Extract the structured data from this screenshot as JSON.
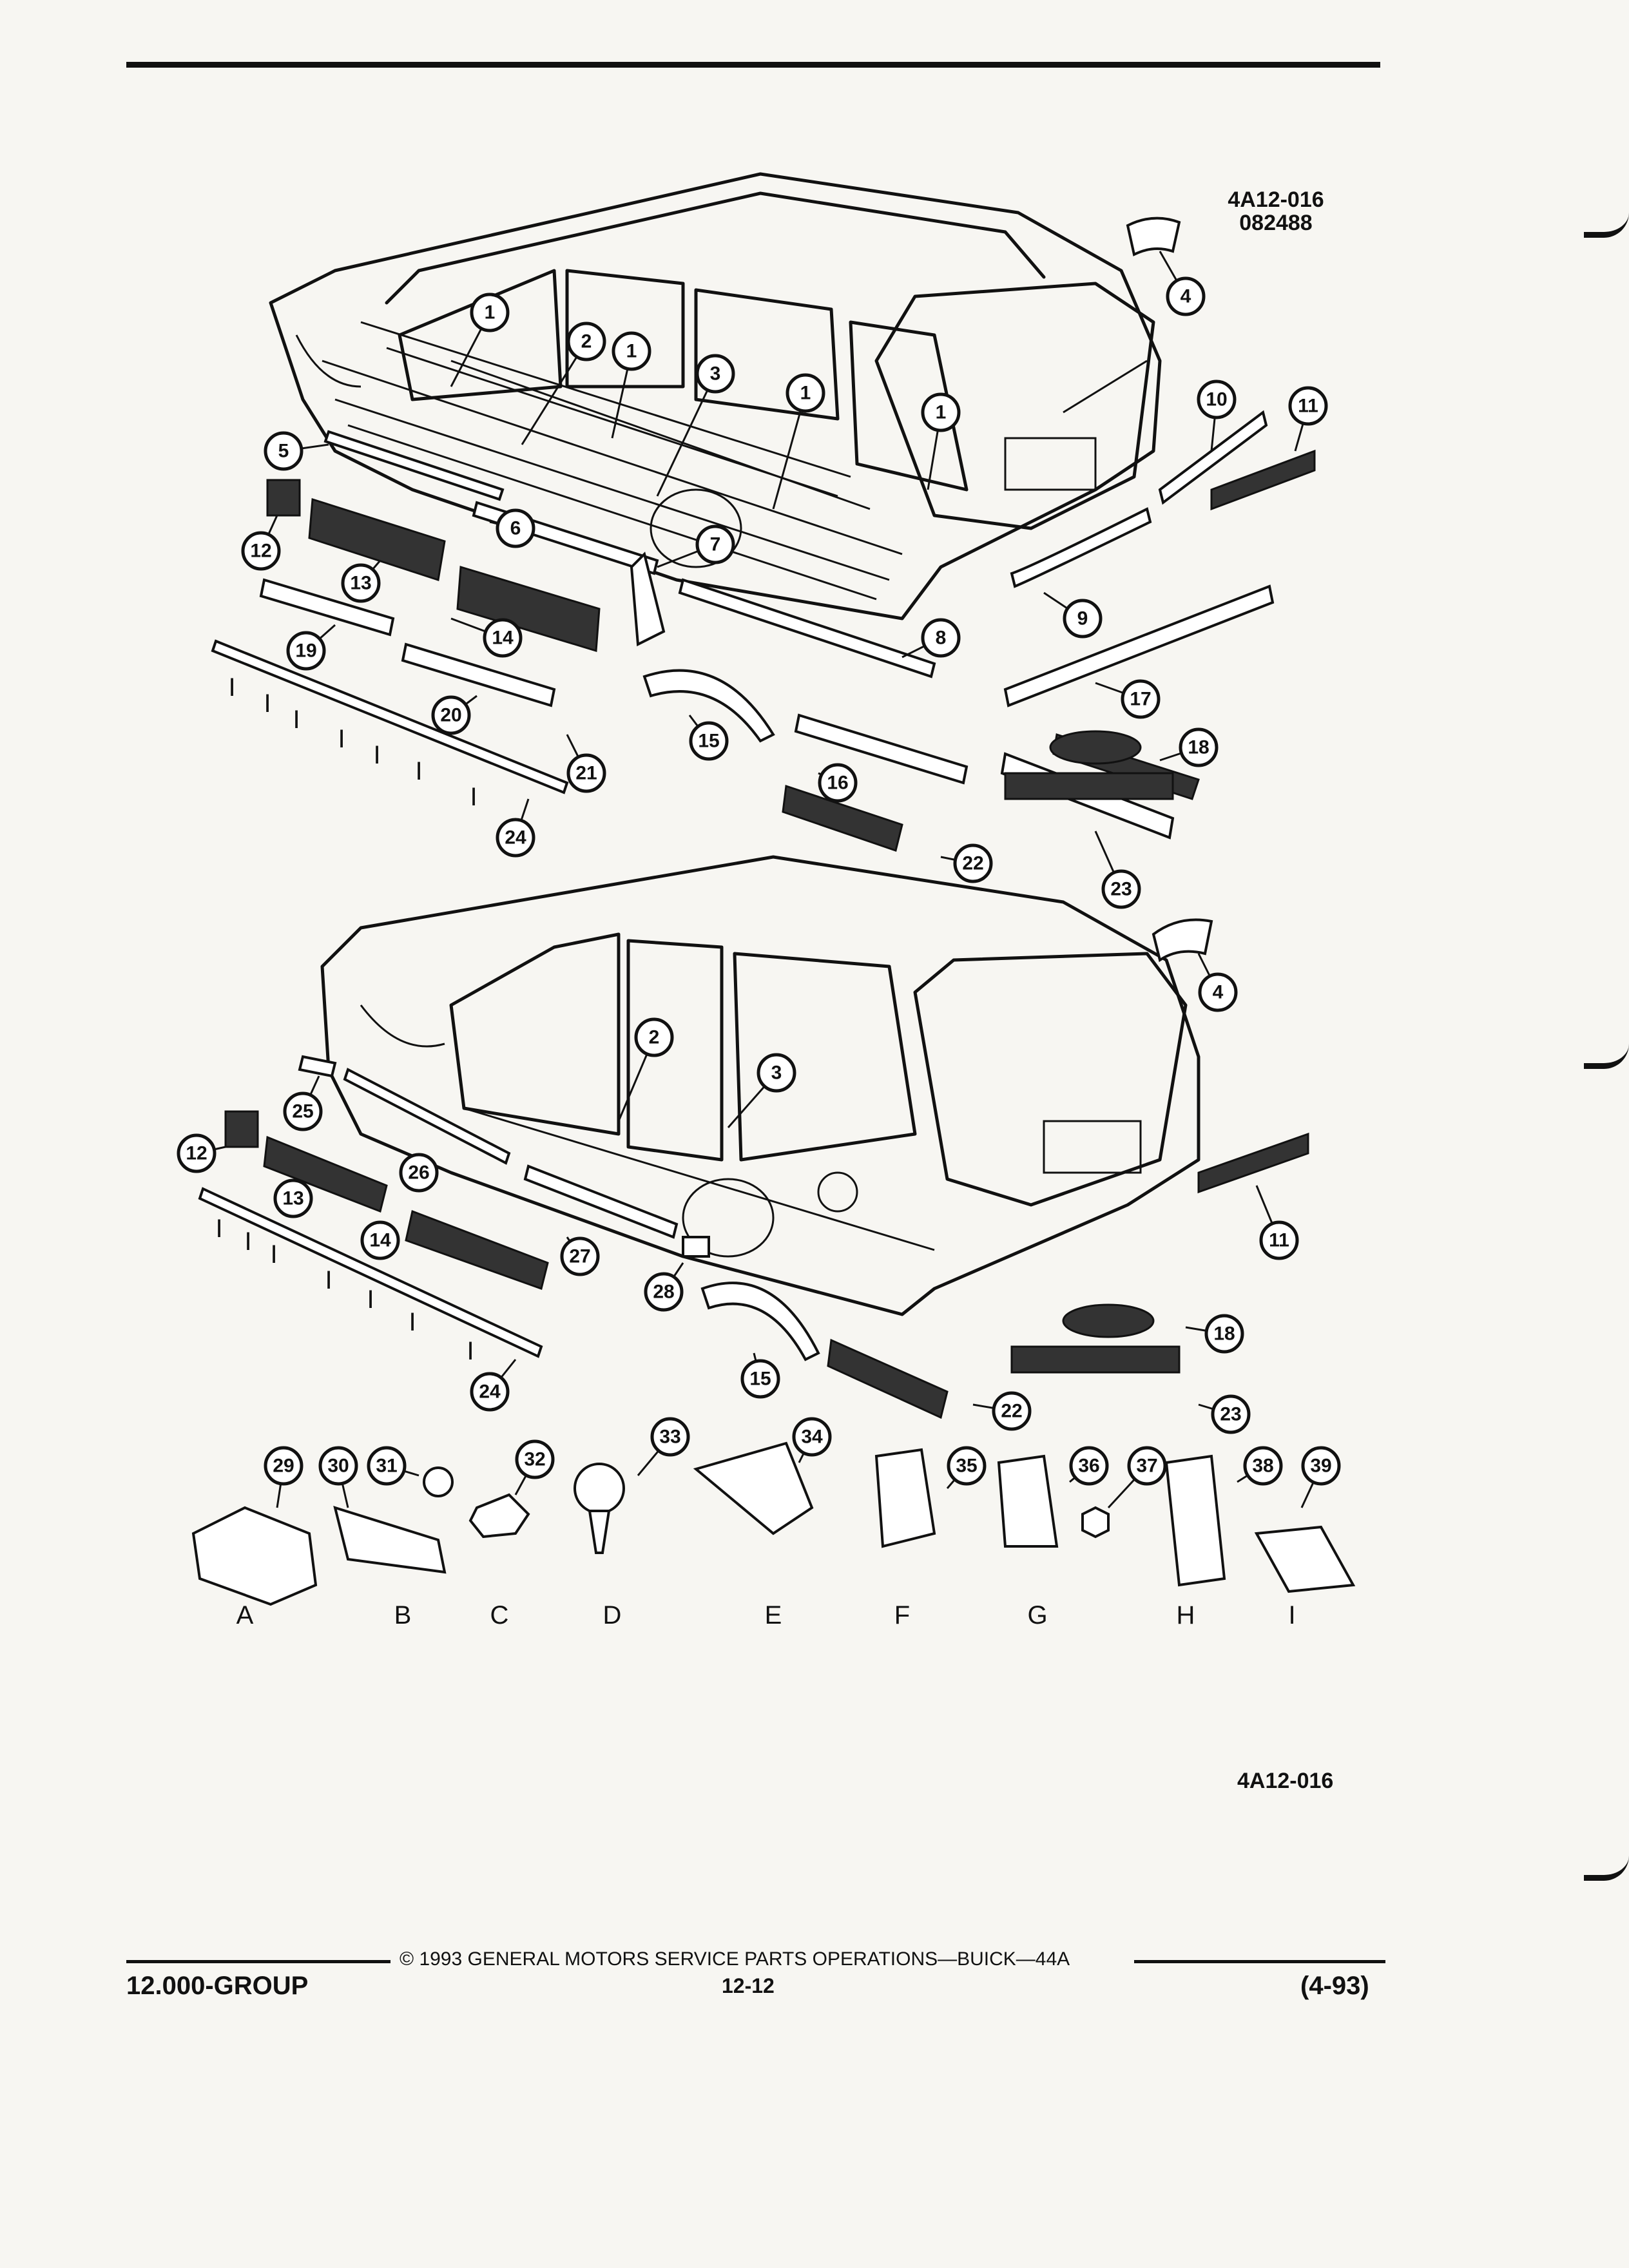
{
  "header": {
    "figure_code": "4A12-016",
    "figure_date": "082488"
  },
  "diagram": {
    "reference": "4A12-016",
    "upper_callouts": [
      "1",
      "2",
      "1",
      "3",
      "1",
      "1",
      "4",
      "10",
      "11",
      "5",
      "6",
      "12",
      "13",
      "7",
      "8",
      "9",
      "14",
      "19",
      "17",
      "20",
      "21",
      "15",
      "16",
      "18",
      "24",
      "22",
      "23"
    ],
    "lower_callouts": [
      "2",
      "4",
      "3",
      "25",
      "12",
      "26",
      "13",
      "14",
      "27",
      "28",
      "11",
      "18",
      "15",
      "22",
      "23",
      "24"
    ],
    "fastener_callouts": [
      "29",
      "30",
      "31",
      "32",
      "33",
      "34",
      "35",
      "36",
      "37",
      "38",
      "39"
    ],
    "fastener_letters": [
      "A",
      "B",
      "C",
      "D",
      "E",
      "F",
      "G",
      "H",
      "I"
    ]
  },
  "footer": {
    "copyright": "© 1993  GENERAL MOTORS SERVICE PARTS OPERATIONS—BUICK—44A",
    "group": "12.000-GROUP",
    "page": "12-12",
    "revision": "(4-93)"
  }
}
